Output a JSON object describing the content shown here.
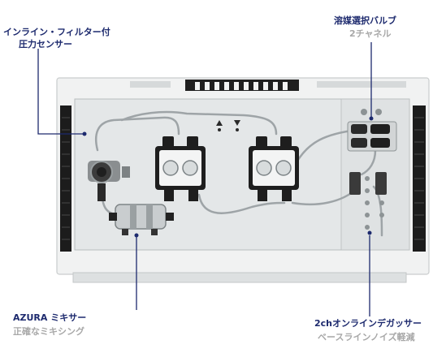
{
  "callouts": {
    "inline_filter": {
      "line1": "インライン・フィルター付",
      "line2": "圧力センサー"
    },
    "solvent_valve": {
      "title": "溶媒選択バルブ",
      "subtitle": "2チャネル"
    },
    "mixer": {
      "title": "AZURA ミキサー",
      "subtitle": "正確なミキシング"
    },
    "degasser": {
      "title": "2chオンラインデガッサー",
      "subtitle": "ベースラインノイズ軽減"
    }
  },
  "colors": {
    "callout_text": "#1d2a6e",
    "callout_sub": "#a8a8a8",
    "leader_line": "#1d2a6e",
    "panel": "#e4e7e8",
    "frame": "#f1f2f2",
    "side_black": "#1c1c1c"
  }
}
